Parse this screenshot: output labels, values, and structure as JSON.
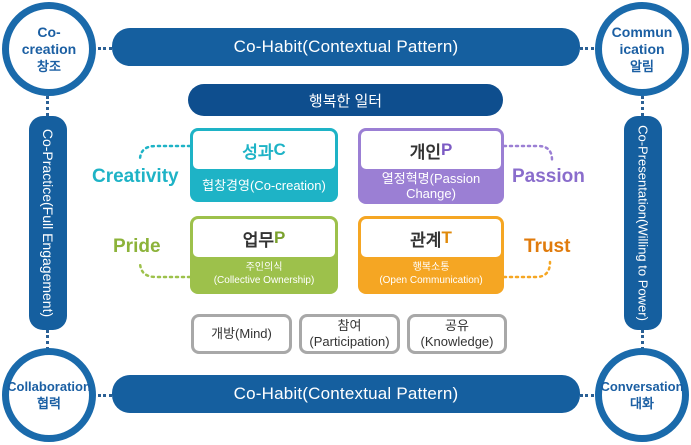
{
  "corners": {
    "top_left": {
      "line1": "Co-",
      "line2": "creation",
      "sub": "창조"
    },
    "top_right": {
      "line1": "Commun",
      "line2": "ication",
      "sub": "알림"
    },
    "bottom_left": {
      "line1": "Collaboration",
      "sub": "협력"
    },
    "bottom_right": {
      "line1": "Conversation",
      "sub": "대화"
    }
  },
  "top_bar": "Co-Habit(Contextual Pattern)",
  "bottom_bar": "Co-Habit(Contextual Pattern)",
  "left_bar": "Co-Practice(Full Engagement)",
  "right_bar": "Co-Presentation(Willing to Power)",
  "center_title": "행복한 일터",
  "cards": {
    "top_left": {
      "title": "성과 ",
      "letter": "C",
      "sub": "협창경영(Co-creation)"
    },
    "top_right": {
      "title": "개인",
      "letter": "P",
      "sub_line1": "열정혁명(Passion",
      "sub_line2": "Change)"
    },
    "bottom_left": {
      "title": "업무",
      "letter": "P",
      "sub_line1": "주인의식",
      "sub_line2": "(Collective Ownership)"
    },
    "bottom_right": {
      "title": "관계 ",
      "letter": "T",
      "sub_line1": "행복소통",
      "sub_line2": "(Open Communication)"
    }
  },
  "side_words": {
    "creativity": "Creativity",
    "passion": "Passion",
    "pride": "Pride",
    "trust": "Trust"
  },
  "pills": [
    {
      "line1": "개방(Mind)"
    },
    {
      "line1": "참여",
      "line2": "(Participation)"
    },
    {
      "line1": "공유",
      "line2": "(Knowledge)"
    }
  ],
  "colors": {
    "navy": "#155f9f",
    "teal": "#1eb3c6",
    "purple": "#9b7fd4",
    "green": "#9dc14b",
    "orange": "#f5a623"
  }
}
